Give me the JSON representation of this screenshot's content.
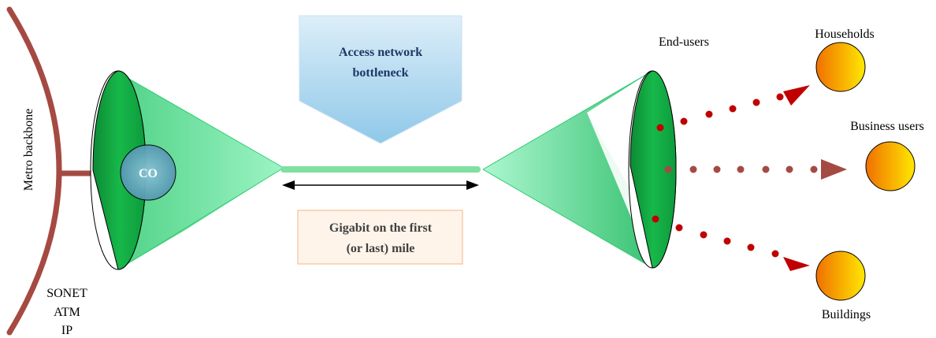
{
  "backbone": {
    "label": "Metro backbone",
    "protocols": [
      "SONET",
      "ATM",
      "IP"
    ]
  },
  "central_office": {
    "label": "CO"
  },
  "callouts": {
    "bottleneck": {
      "line1": "Access network",
      "line2": "bottleneck"
    },
    "gigabit": {
      "line1": "Gigabit on the first",
      "line2": "(or last) mile"
    }
  },
  "end_users": {
    "label": "End-users",
    "destinations": [
      "Households",
      "Business users",
      "Buildings"
    ]
  },
  "colors": {
    "backbone": "#a54a42",
    "cone_dark": "#10a040",
    "cone_light": "#6ff0a8",
    "co_circle": "#5fa0b8",
    "dots": "#c00000",
    "mid_dots": "#a54a42",
    "bottleneck_fill": "#9fd0ea",
    "gigabit_border": "#f0b080",
    "gigabit_fill": "#fff3e6",
    "sphere_a": "#f07800",
    "sphere_b": "#ffe000"
  }
}
